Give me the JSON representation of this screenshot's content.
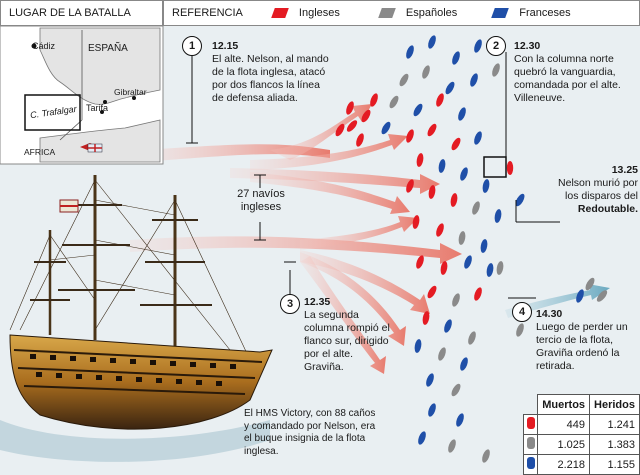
{
  "header": {
    "location_title": "LUGAR DE LA BATALLA",
    "reference_title": "REFERENCIA",
    "legend": [
      {
        "label": "Ingleses",
        "color": "#e41b23"
      },
      {
        "label": "Españoles",
        "color": "#8a8a8a"
      },
      {
        "label": "Franceses",
        "color": "#1f4fa8"
      }
    ]
  },
  "map": {
    "labels": {
      "cadiz": "Cádiz",
      "espana": "ESPAÑA",
      "gibraltar": "Gibraltar",
      "tarifa": "Tarifa",
      "trafalgar": "C. Trafalgar",
      "africa": "AFRICA"
    }
  },
  "events": {
    "e1": {
      "num": "1",
      "time": "12.15",
      "text": "El alte. Nelson, al mando de la flota inglesa, atacó por dos flancos la línea de defensa aliada."
    },
    "e2": {
      "num": "2",
      "time": "12.30",
      "text": "Con la columna norte quebró la vanguardia, comandada por el alte. Villeneuve."
    },
    "e3": {
      "num": "3",
      "time": "12.35",
      "text": "La segunda columna rompió el flanco sur, dirigido por el alte. Graviña."
    },
    "e4": {
      "num": "4",
      "time": "14.30",
      "text": "Luego de perder un tercio de la flota, Graviña ordenó la retirada."
    },
    "death": {
      "time": "13.25",
      "text1": "Nelson murió por los disparos del",
      "ship": "Redoutable."
    }
  },
  "ships_label": "27 navíos ingleses",
  "caption": "El HMS Victory, con 88 caños y comandado por Nelson, era el buque insignia de la flota inglesa.",
  "casualties": {
    "headers": [
      "Muertos",
      "Heridos"
    ],
    "rows": [
      {
        "team": "Ingleses",
        "color": "#e41b23",
        "dead": "449",
        "wounded": "1.241"
      },
      {
        "team": "Españoles",
        "color": "#8a8a8a",
        "dead": "1.025",
        "wounded": "1.383"
      },
      {
        "team": "Franceses",
        "color": "#1f4fa8",
        "dead": "2.218",
        "wounded": "1.155"
      }
    ]
  }
}
